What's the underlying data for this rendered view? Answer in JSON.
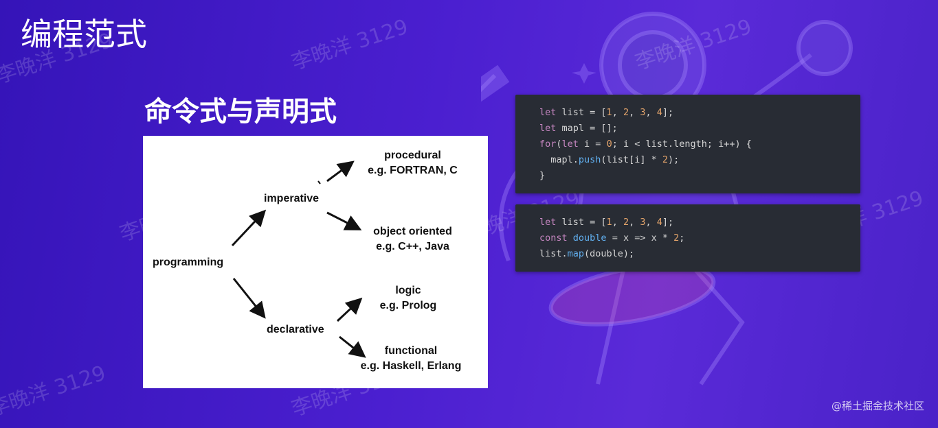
{
  "page_title": "编程范式",
  "slide_subtitle": "命令式与声明式",
  "watermark_text": "李晚洋 3129",
  "footer_credit": "@稀土掘金技术社区",
  "colors": {
    "background": "#4b1fd0",
    "code_background": "#282c34",
    "keyword": "#c586c0",
    "number": "#e5a56b",
    "function": "#61afef"
  },
  "diagram": {
    "nodes": {
      "programming": "programming",
      "imperative": "imperative",
      "declarative": "declarative",
      "procedural_name": "procedural",
      "procedural_examples": "e.g. FORTRAN, C",
      "object_oriented_name": "object oriented",
      "object_oriented_examples": "e.g. C++, Java",
      "logic_name": "logic",
      "logic_examples": "e.g. Prolog",
      "functional_name": "functional",
      "functional_examples": "e.g. Haskell, Erlang"
    }
  },
  "code_imperative": {
    "lines": [
      [
        [
          "kw",
          "let"
        ],
        [
          "pl",
          " list = ["
        ],
        [
          "num",
          "1"
        ],
        [
          "pl",
          ", "
        ],
        [
          "num",
          "2"
        ],
        [
          "pl",
          ", "
        ],
        [
          "num",
          "3"
        ],
        [
          "pl",
          ", "
        ],
        [
          "num",
          "4"
        ],
        [
          "pl",
          "];"
        ]
      ],
      [
        [
          "kw",
          "let"
        ],
        [
          "pl",
          " mapl = [];"
        ]
      ],
      [
        [
          "kw",
          "for"
        ],
        [
          "pl",
          "("
        ],
        [
          "kw",
          "let"
        ],
        [
          "pl",
          " i = "
        ],
        [
          "num",
          "0"
        ],
        [
          "pl",
          "; i < list.length; i++) {"
        ]
      ],
      [
        [
          "pl",
          "  mapl."
        ],
        [
          "fn",
          "push"
        ],
        [
          "pl",
          "(list[i] * "
        ],
        [
          "num",
          "2"
        ],
        [
          "pl",
          ");"
        ]
      ],
      [
        [
          "pl",
          "}"
        ]
      ]
    ]
  },
  "code_declarative": {
    "lines": [
      [
        [
          "kw",
          "let"
        ],
        [
          "pl",
          " list = ["
        ],
        [
          "num",
          "1"
        ],
        [
          "pl",
          ", "
        ],
        [
          "num",
          "2"
        ],
        [
          "pl",
          ", "
        ],
        [
          "num",
          "3"
        ],
        [
          "pl",
          ", "
        ],
        [
          "num",
          "4"
        ],
        [
          "pl",
          "];"
        ]
      ],
      [
        [
          "kw",
          "const"
        ],
        [
          "pl",
          " "
        ],
        [
          "fn",
          "double"
        ],
        [
          "pl",
          " = x => x * "
        ],
        [
          "num",
          "2"
        ],
        [
          "pl",
          ";"
        ]
      ],
      [
        [
          "pl",
          "list."
        ],
        [
          "fn",
          "map"
        ],
        [
          "pl",
          "(double);"
        ]
      ]
    ]
  }
}
